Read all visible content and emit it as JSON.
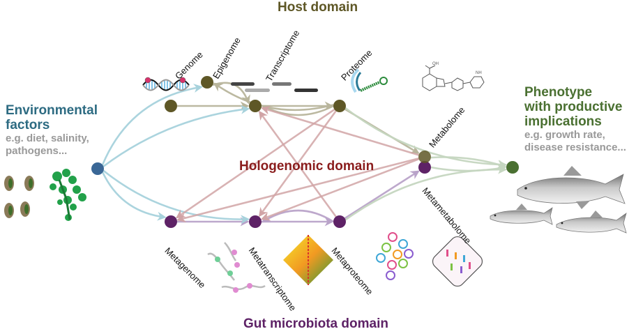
{
  "colors": {
    "host": "#5e5726",
    "microbiota": "#5e2266",
    "environment": "#3a6796",
    "phenotype": "#4a7031",
    "host_title": "#5e5726",
    "holo_title": "#8a1c1c",
    "gut_title": "#5e2266",
    "env_title": "#2d6b82",
    "pheno_title": "#4a7031",
    "sub_text": "#999999",
    "edge_host": "#b8b59c",
    "edge_microbe": "#b9a3c9",
    "edge_env": "#a7d2dc",
    "edge_holo": "#d1a4a6",
    "edge_pheno": "#c5d6c0"
  },
  "titles": {
    "host": "Host domain",
    "hologenomic": "Hologenomic domain",
    "gut": "Gut microbiota domain"
  },
  "environment": {
    "title_line1": "Environmental",
    "title_line2": "factors",
    "sub_line1": "e.g. diet, salinity,",
    "sub_line2": "pathogens..."
  },
  "phenotype": {
    "title_line1": "Phenotype",
    "title_line2": "with productive",
    "title_line3": "implications",
    "sub_line1": "e.g. growth rate,",
    "sub_line2": "disease resistance..."
  },
  "host_nodes": [
    {
      "id": "genome",
      "label": "Genome"
    },
    {
      "id": "epigenome",
      "label": "Epigenome"
    },
    {
      "id": "transcriptome",
      "label": "Transcriptome"
    },
    {
      "id": "proteome",
      "label": "Proteome"
    },
    {
      "id": "metabolome",
      "label": "Metabolome"
    }
  ],
  "microbe_nodes": [
    {
      "id": "metagenome",
      "label": "Metagenome"
    },
    {
      "id": "metatranscriptome",
      "label": "Metatranscriptome"
    },
    {
      "id": "metaproteome",
      "label": "Metaproteome"
    },
    {
      "id": "metametabolome",
      "label": "Metametabolome"
    }
  ],
  "edges": [
    {
      "from": "genome",
      "to": "transcriptome",
      "type": "host"
    },
    {
      "from": "epigenome",
      "to": "transcriptome",
      "type": "host"
    },
    {
      "from": "transcriptome",
      "to": "proteome",
      "type": "host"
    },
    {
      "from": "proteome",
      "to": "epigenome",
      "type": "host"
    },
    {
      "from": "proteome",
      "to": "transcriptome",
      "type": "host"
    },
    {
      "from": "proteome",
      "to": "metabolome",
      "type": "host"
    },
    {
      "from": "metagenome",
      "to": "metatranscriptome",
      "type": "microbe"
    },
    {
      "from": "metatranscriptome",
      "to": "metaproteome",
      "type": "microbe"
    },
    {
      "from": "metaproteome",
      "to": "metatranscriptome",
      "type": "microbe"
    },
    {
      "from": "metaproteome",
      "to": "metametabolome",
      "type": "microbe"
    },
    {
      "from": "environment",
      "to": "epigenome",
      "type": "env"
    },
    {
      "from": "environment",
      "to": "transcriptome",
      "type": "env"
    },
    {
      "from": "environment",
      "to": "metagenome",
      "type": "env"
    },
    {
      "from": "environment",
      "to": "metatranscriptome",
      "type": "env"
    },
    {
      "from": "proteome",
      "to": "metagenome",
      "type": "holo"
    },
    {
      "from": "proteome",
      "to": "metatranscriptome",
      "type": "holo"
    },
    {
      "from": "metaproteome",
      "to": "transcriptome",
      "type": "holo"
    },
    {
      "from": "metabolome",
      "to": "transcriptome",
      "type": "holo"
    },
    {
      "from": "metabolome",
      "to": "metagenome",
      "type": "holo"
    },
    {
      "from": "metabolome",
      "to": "metatranscriptome",
      "type": "holo"
    },
    {
      "from": "proteome",
      "to": "phenotype",
      "type": "pheno"
    },
    {
      "from": "metabolome",
      "to": "phenotype",
      "type": "pheno"
    },
    {
      "from": "metametabolome",
      "to": "phenotype",
      "type": "pheno"
    },
    {
      "from": "metaproteome",
      "to": "phenotype",
      "type": "pheno"
    }
  ]
}
